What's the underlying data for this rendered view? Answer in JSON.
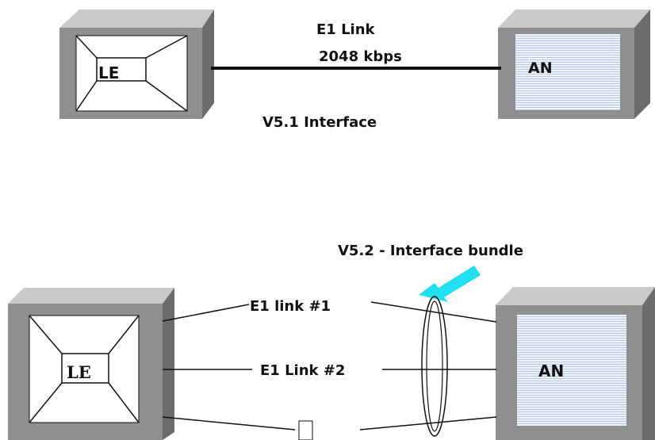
{
  "colors": {
    "box_front": "#8f8f8f",
    "box_top": "#c9c9c9",
    "box_side": "#6c6c6c",
    "an_panel": "#eef2fb",
    "an_stripe": "#b9c6e6",
    "arrow": "#20e0f0",
    "line": "#111111"
  },
  "diagram1": {
    "le_label": "LE",
    "an_label": "AN",
    "link_title": "E1 Link",
    "link_rate": "2048 kbps",
    "interface_label": "V5.1 Interface"
  },
  "diagram2": {
    "le_label": "LE",
    "an_label": "AN",
    "bundle_label": "V5.2 - Interface bundle",
    "link1_label": "E1 link #1",
    "link2_label": "E1 Link #2"
  }
}
